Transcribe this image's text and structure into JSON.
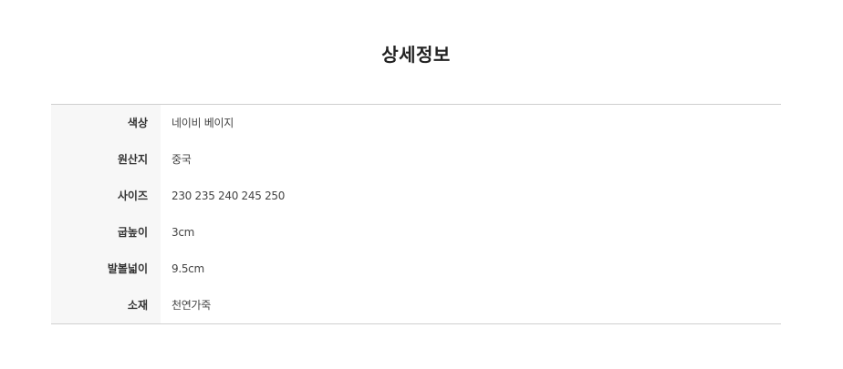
{
  "section": {
    "title": "상세정보"
  },
  "specs": [
    {
      "label": "색상",
      "value": "네이비 베이지"
    },
    {
      "label": "원산지",
      "value": "중국"
    },
    {
      "label": "사이즈",
      "value": "230 235 240 245 250"
    },
    {
      "label": "굽높이",
      "value": "3cm"
    },
    {
      "label": "발볼넓이",
      "value": "9.5cm"
    },
    {
      "label": "소재",
      "value": "천연가죽"
    }
  ]
}
